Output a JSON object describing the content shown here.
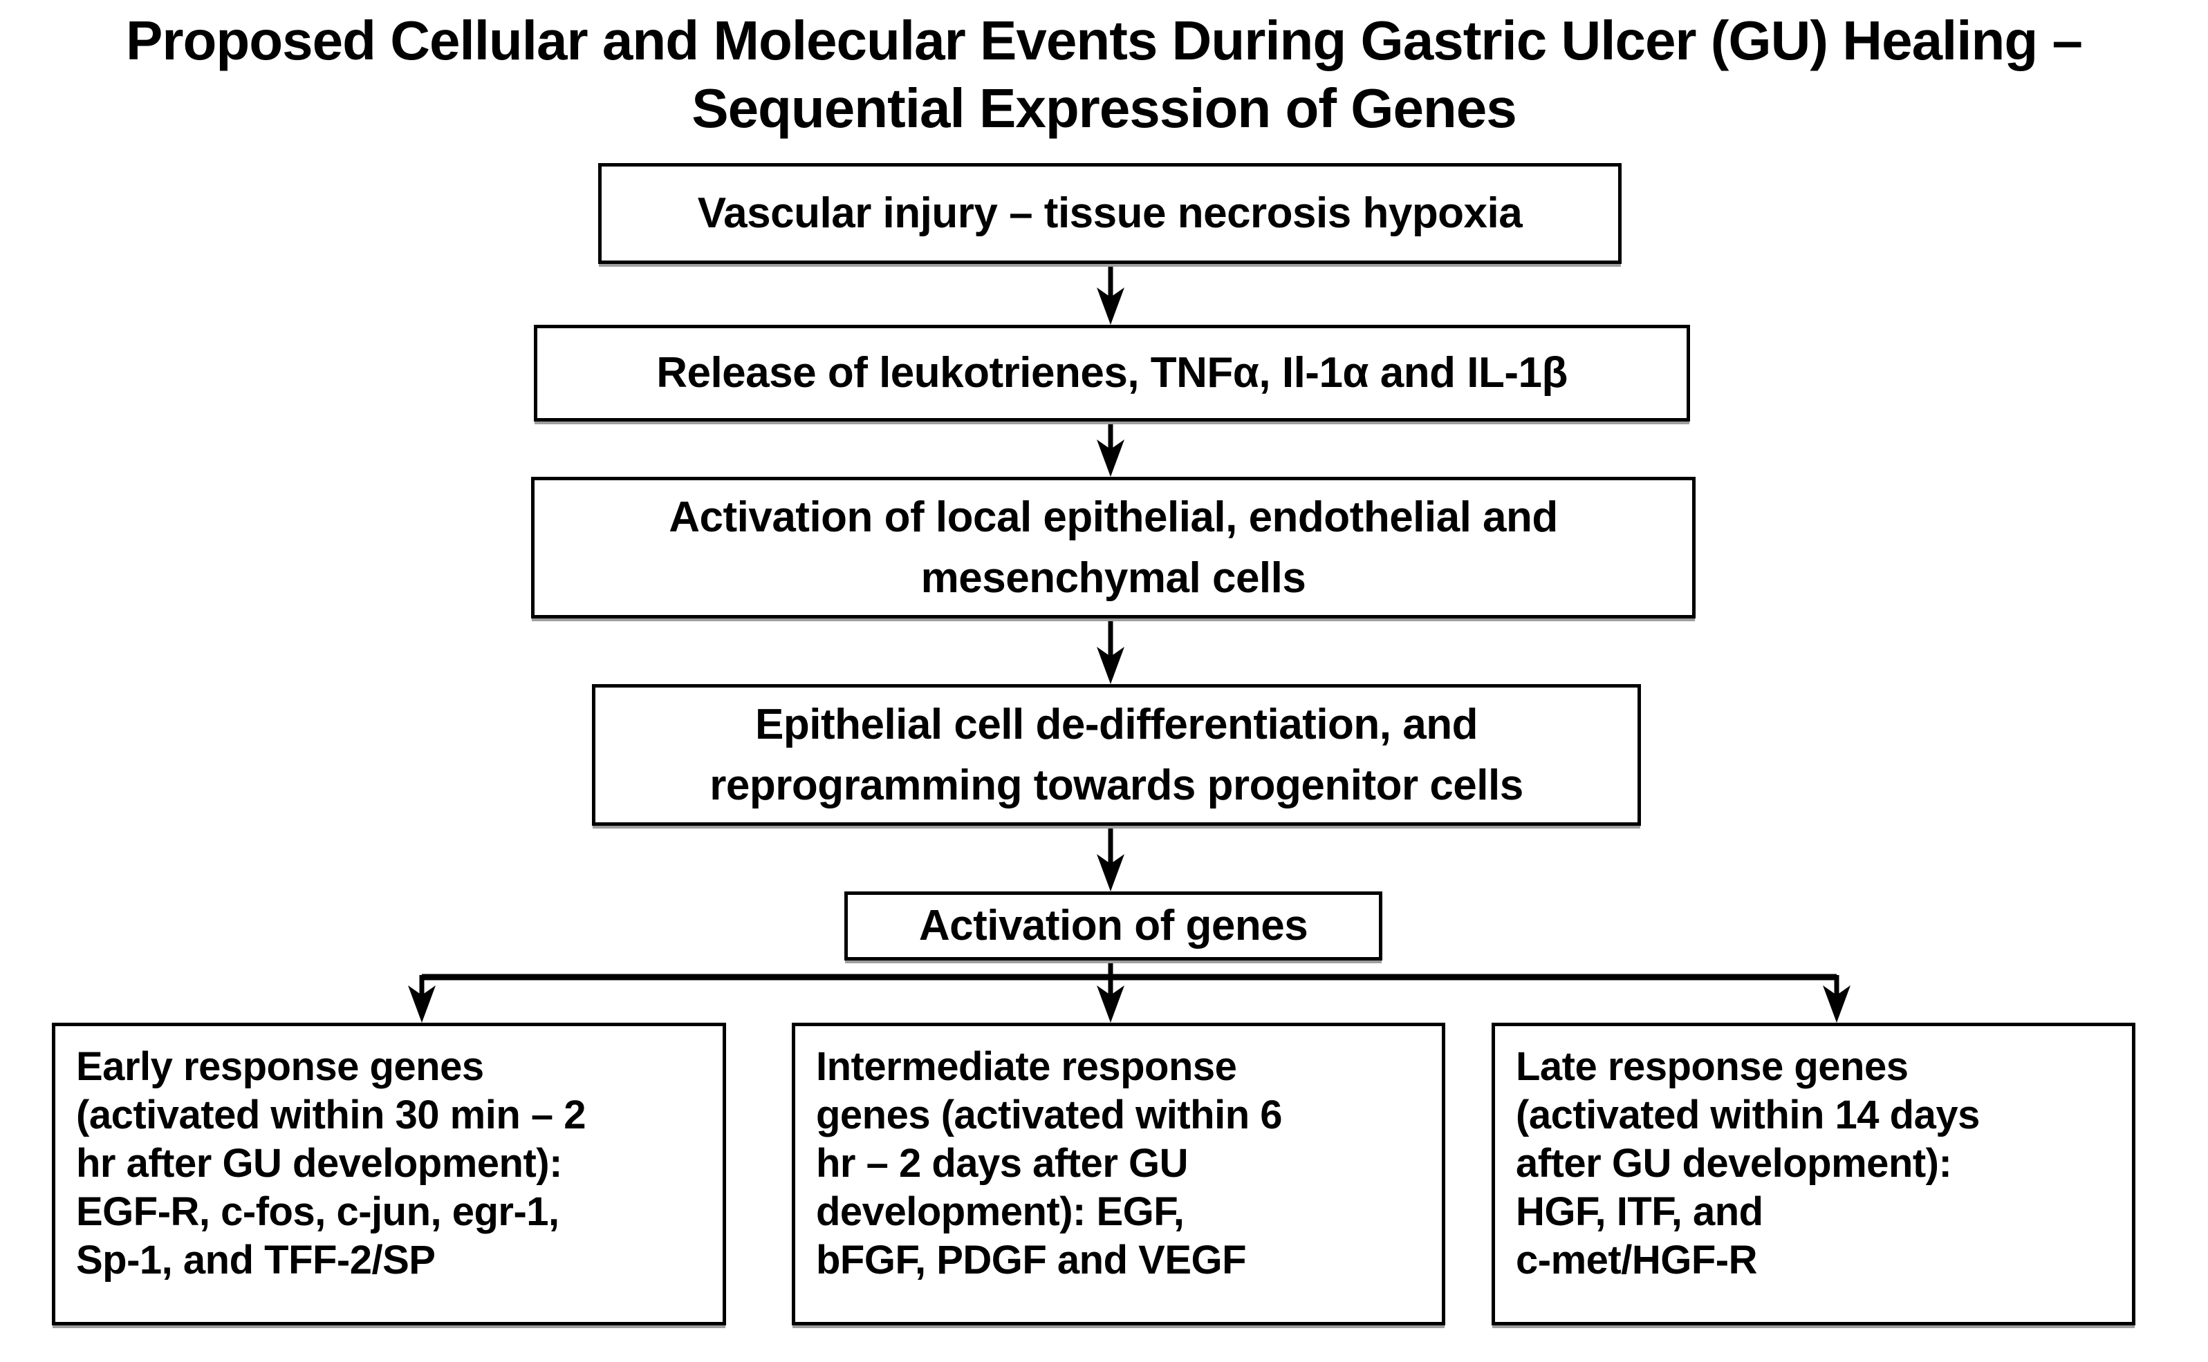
{
  "figure_title": {
    "line1": "Proposed Cellular and Molecular Events During Gastric Ulcer (GU) Healing –",
    "line2": "Sequential Expression of Genes"
  },
  "flow_boxes": {
    "vascular": {
      "lines": [
        "Vascular injury – tissue necrosis hypoxia"
      ]
    },
    "release": {
      "lines": [
        "Release of leukotrienes, TNFα, Il-1α and IL-1β"
      ]
    },
    "activation_cells": {
      "lines": [
        "Activation of local epithelial, endothelial and",
        "mesenchymal cells"
      ]
    },
    "dedifferentiation": {
      "lines": [
        "Epithelial cell de-differentiation, and",
        "reprogramming towards progenitor cells"
      ]
    },
    "activation_genes": {
      "lines": [
        "Activation of genes"
      ]
    }
  },
  "response_boxes": {
    "early": {
      "lines": [
        "Early response genes",
        "(activated within 30 min – 2",
        "hr after GU development):",
        "EGF-R, c-fos, c-jun, egr-1,",
        "Sp-1, and TFF-2/SP"
      ]
    },
    "intermediate": {
      "lines": [
        "Intermediate response",
        "genes (activated within 6",
        "hr – 2 days after GU",
        "development): EGF,",
        "bFGF, PDGF and VEGF"
      ]
    },
    "late": {
      "lines": [
        "Late response genes",
        "(activated within 14 days",
        "after GU development):",
        "HGF, ITF, and",
        "c-met/HGF-R"
      ]
    }
  },
  "edges": [
    {
      "from": "vascular",
      "to": "release"
    },
    {
      "from": "release",
      "to": "activation_cells"
    },
    {
      "from": "activation_cells",
      "to": "dedifferentiation"
    },
    {
      "from": "dedifferentiation",
      "to": "activation_genes"
    },
    {
      "from": "activation_genes",
      "to": "early"
    },
    {
      "from": "activation_genes",
      "to": "intermediate"
    },
    {
      "from": "activation_genes",
      "to": "late"
    }
  ],
  "colors": {
    "background": "#ffffff",
    "box_border": "#000000",
    "text": "#000000",
    "arrow": "#000000",
    "edge_shadow": "#9e9e9e"
  }
}
